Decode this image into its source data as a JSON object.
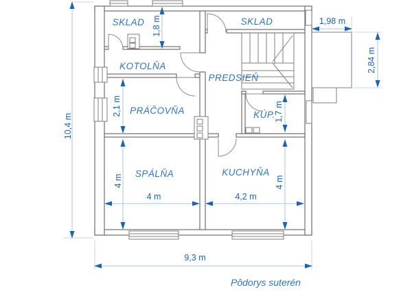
{
  "title": "Pôdorys suterén",
  "rooms": {
    "sklad_left": {
      "label": "SKLAD"
    },
    "sklad_right": {
      "label": "SKLAD"
    },
    "kotolna": {
      "label": "KOTOLŇA"
    },
    "predsien": {
      "label": "PREDSIEŇ"
    },
    "pracovna": {
      "label": "PRÁČOVŇA"
    },
    "kupelna": {
      "label": "KÚP."
    },
    "spalna": {
      "label": "SPÁLŇA"
    },
    "kuchyna": {
      "label": "KUCHYŇA"
    }
  },
  "dimensions": {
    "total_height": {
      "label": "10,4 m"
    },
    "total_width": {
      "label": "9,3 m"
    },
    "sklad_height": {
      "label": "1,8 m"
    },
    "pracovna_height": {
      "label": "2,1 m"
    },
    "spalna_height": {
      "label": "4 m"
    },
    "spalna_width": {
      "label": "4 m"
    },
    "kupelna_height": {
      "label": "1,7 m"
    },
    "kuchyna_height": {
      "label": "4 m"
    },
    "kuchyna_width": {
      "label": "4,2 m"
    },
    "annex_width": {
      "label": "1,98 m"
    },
    "annex_height": {
      "label": "2,84 m"
    }
  },
  "colors": {
    "dimension_blue": "#1e63b0",
    "dimension_line": "#a9c4e1",
    "wall_gray": "#6f6f6f",
    "label_blue": "#2e74bf"
  }
}
